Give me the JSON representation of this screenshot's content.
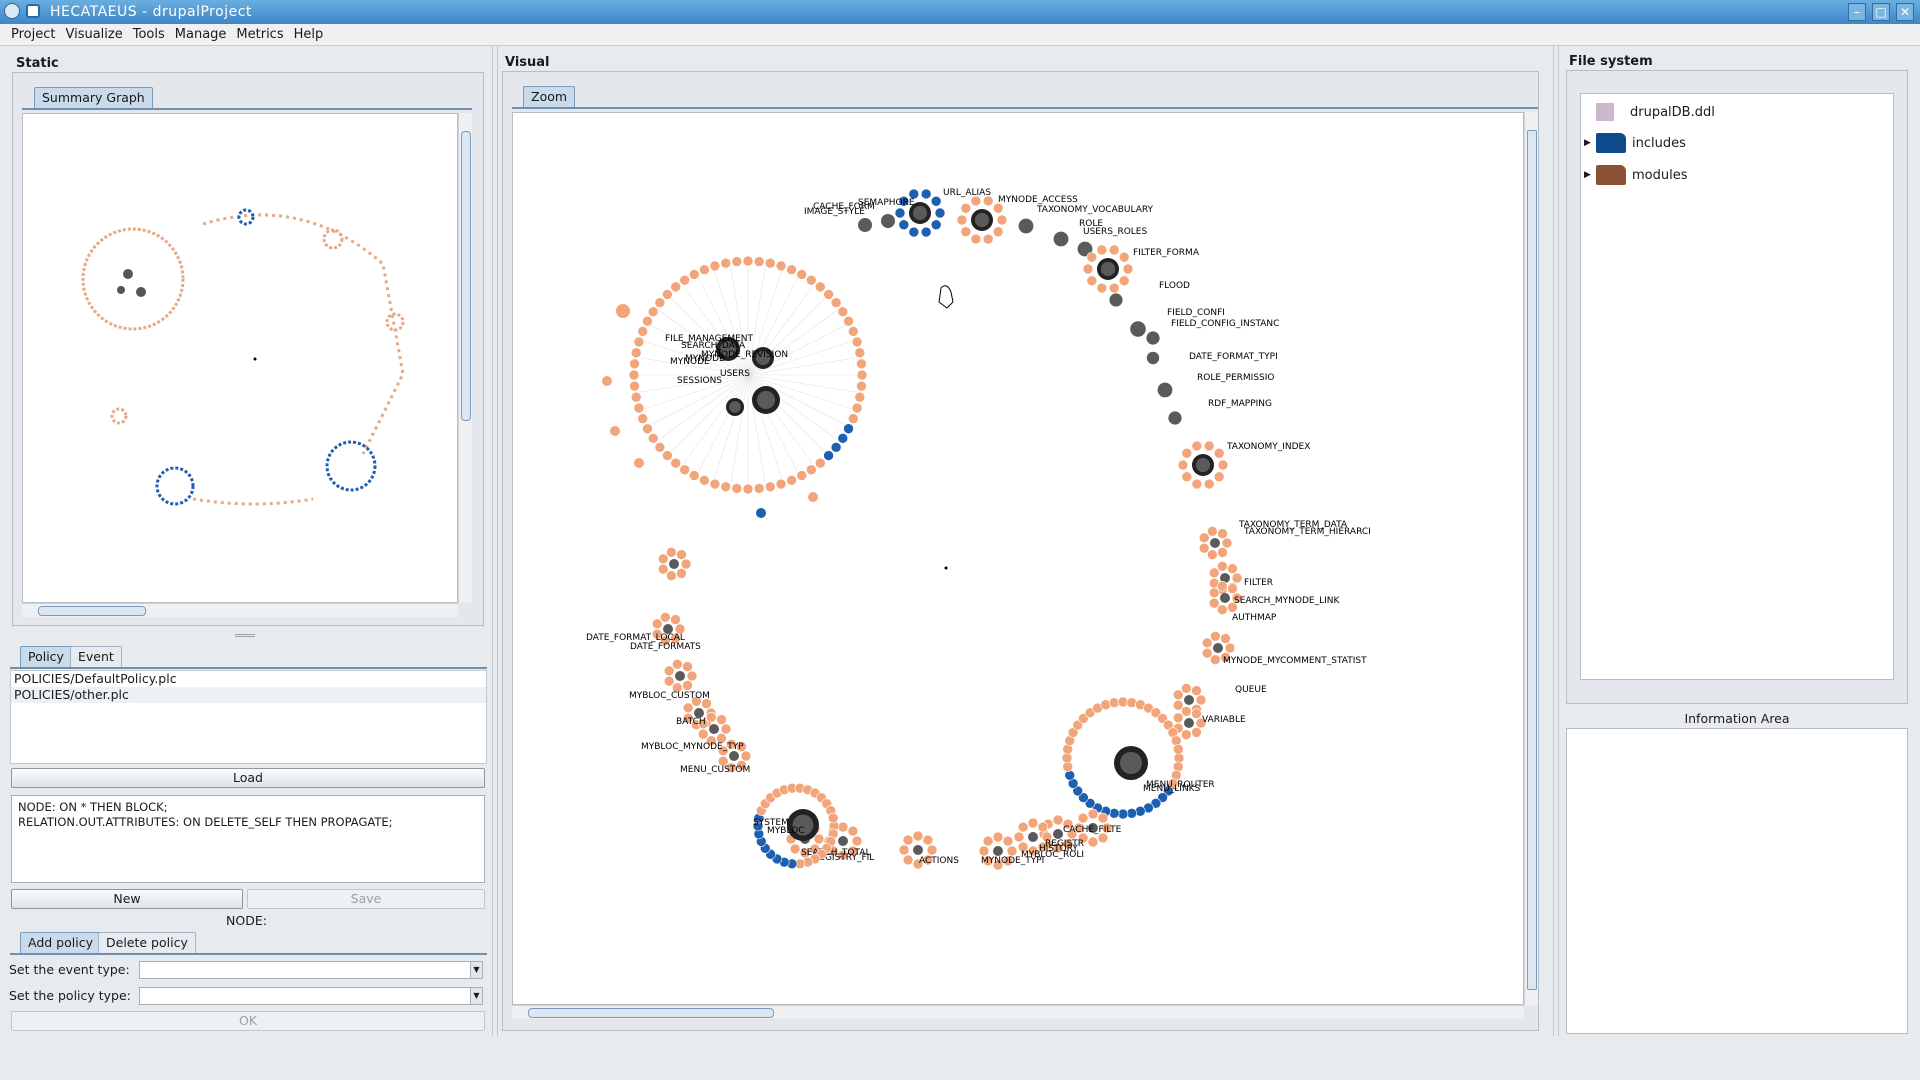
{
  "window": {
    "title": "HECATAEUS - drupalProject"
  },
  "menu": [
    "Project",
    "Visualize",
    "Tools",
    "Manage",
    "Metrics",
    "Help"
  ],
  "static_panel": {
    "title": "Static",
    "tab": "Summary Graph"
  },
  "policy_panel": {
    "tabs": [
      "Policy",
      "Event"
    ],
    "files": [
      "POLICIES/DefaultPolicy.plc",
      "POLICIES/other.plc"
    ],
    "load_label": "Load",
    "policy_text_line1": "NODE: ON * THEN BLOCK;",
    "policy_text_line2": "RELATION.OUT.ATTRIBUTES: ON DELETE_SELF THEN PROPAGATE;",
    "new_label": "New",
    "save_label": "Save",
    "node_caption": "NODE:",
    "sub_tabs": [
      "Add policy",
      "Delete policy"
    ],
    "event_type_label": "Set the event type:",
    "policy_type_label": "Set the policy type:",
    "ok_label": "OK"
  },
  "visual_panel": {
    "title": "Visual",
    "tab": "Zoom",
    "node_labels": [
      "CACHE_FORM",
      "SEMAPHORE",
      "IMAGE_STYLE",
      "URL_ALIAS",
      "MYNODE_ACCESS",
      "TAXONOMY_VOCABULARY",
      "ROLE",
      "USERS_ROLES",
      "FILTER_FORMA",
      "FLOOD",
      "FIELD_CONFI",
      "FIELD_CONFIG_INSTANC",
      "DATE_FORMAT_TYPI",
      "ROLE_PERMISSIO",
      "RDF_MAPPING",
      "TAXONOMY_INDEX",
      "TAXONOMY_TERM_DATA",
      "TAXONOMY_TERM_HIERARCI",
      "FILTER",
      "SEARCH_MYNODE_LINK",
      "AUTHMAP",
      "MYNODE_MYCOMMENT_STATIST",
      "QUEUE",
      "VARIABLE",
      "MENU_ROUTER",
      "MENU_LINKS",
      "CACHE_FILTE",
      "REGISTR",
      "HISTORY",
      "MYBLOC_ROLI",
      "MYNODE_TYPI",
      "ACTIONS",
      "REGISTRY_FIL",
      "SEARCH_TOTAL",
      "SYSTEM",
      "MYBLOC",
      "DATE_FORMAT_LOCAL",
      "DATE_FORMATS",
      "MYBLOC_CUSTOM",
      "BATCH",
      "MYBLOC_MYNODE_TYP",
      "MENU_CUSTOM",
      "FILE_MANAGEMENT",
      "SEARCH_DATA",
      "MYNODE",
      "MYNODE_REVISION",
      "USERS",
      "SESSIONS"
    ]
  },
  "filesystem": {
    "title": "File system",
    "items": [
      {
        "label": "drupalDB.ddl",
        "icon": "file-icon",
        "color": "#cdb7cf"
      },
      {
        "label": "includes",
        "icon": "folder-icon",
        "color": "#0f4a8a"
      },
      {
        "label": "modules",
        "icon": "folder-icon",
        "color": "#8a5134"
      }
    ]
  },
  "info_area": {
    "title": "Information Area"
  },
  "colors": {
    "orange_node": "#f2a57a",
    "blue_node": "#1d5fb0",
    "gray_node": "#5a5a5a",
    "titlebar": "#4a94d0"
  }
}
